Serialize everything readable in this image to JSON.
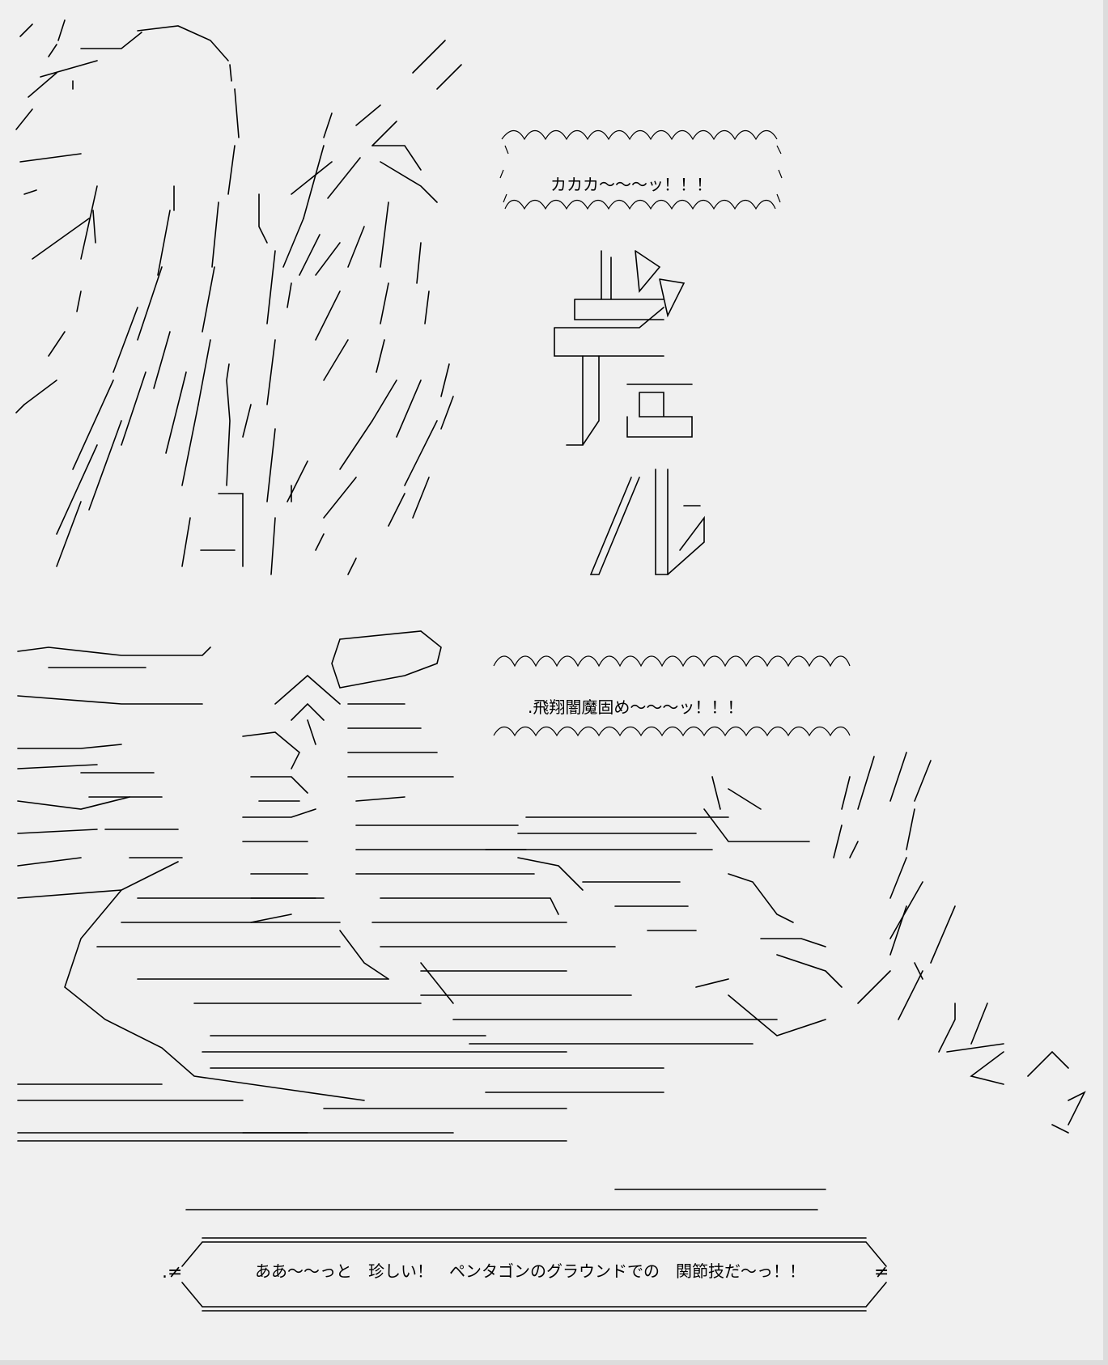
{
  "panel1": {
    "bubble_text": "カカカ〜〜〜ッ！！！",
    "sfx": "ギュ",
    "sfx2": "ル"
  },
  "panel2": {
    "bubble_text": ".飛翔闇魔固め〜〜〜ッ！！！"
  },
  "caption": {
    "text": "ああ〜〜っと　珍しい！　ペンタゴンのグラウンドでの　関節技だ〜っ！！",
    "left_mark": ".≠",
    "right_mark": "≠"
  }
}
